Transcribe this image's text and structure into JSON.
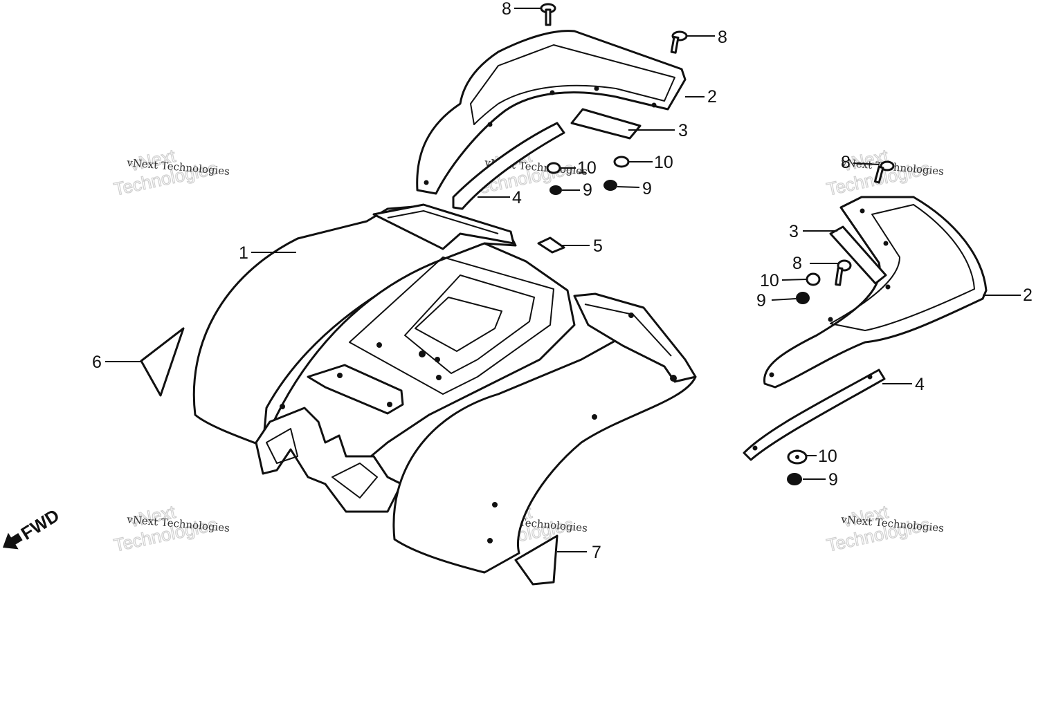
{
  "diagram": {
    "direction_label": "FWD",
    "callouts": [
      {
        "id": "c1",
        "number": "1"
      },
      {
        "id": "c2a",
        "number": "2"
      },
      {
        "id": "c2b",
        "number": "2"
      },
      {
        "id": "c3a",
        "number": "3"
      },
      {
        "id": "c3b",
        "number": "3"
      },
      {
        "id": "c4a",
        "number": "4"
      },
      {
        "id": "c4b",
        "number": "4"
      },
      {
        "id": "c5",
        "number": "5"
      },
      {
        "id": "c6",
        "number": "6"
      },
      {
        "id": "c7",
        "number": "7"
      },
      {
        "id": "c8a",
        "number": "8"
      },
      {
        "id": "c8b",
        "number": "8"
      },
      {
        "id": "c8c",
        "number": "8"
      },
      {
        "id": "c8d",
        "number": "8"
      },
      {
        "id": "c9a",
        "number": "9"
      },
      {
        "id": "c9b",
        "number": "9"
      },
      {
        "id": "c9c",
        "number": "9"
      },
      {
        "id": "c9d",
        "number": "9"
      },
      {
        "id": "c10a",
        "number": "10"
      },
      {
        "id": "c10b",
        "number": "10"
      },
      {
        "id": "c10c",
        "number": "10"
      },
      {
        "id": "c10d",
        "number": "10"
      }
    ]
  },
  "watermark": {
    "line1": "vNext Technologies",
    "line2": "vNext",
    "line3": "Technologies"
  }
}
